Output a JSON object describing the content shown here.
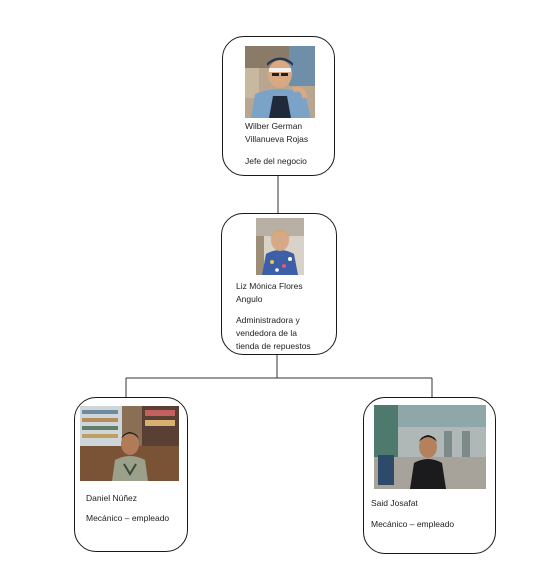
{
  "org_chart": {
    "nodes": [
      {
        "id": "n1",
        "name": "Wilber German\nVillanueva Rojas",
        "role": "Jefe del negocio",
        "photo_icon": "person-photo"
      },
      {
        "id": "n2",
        "name": "Liz Mónica Flores\nAngulo",
        "role": "Administradora y\nvendedora de la\ntienda de repuestos",
        "photo_icon": "person-photo"
      },
      {
        "id": "n3",
        "name": "Daniel Núñez",
        "role": "Mecánico – empleado",
        "photo_icon": "person-photo"
      },
      {
        "id": "n4",
        "name": "Said Josafat",
        "role": "Mecánico – empleado",
        "photo_icon": "person-photo"
      }
    ],
    "edges": [
      {
        "from": "n1",
        "to": "n2"
      },
      {
        "from": "n2",
        "to": "n3"
      },
      {
        "from": "n2",
        "to": "n4"
      }
    ],
    "colors": {
      "border": "#1a1a1a",
      "line": "#333333"
    }
  }
}
